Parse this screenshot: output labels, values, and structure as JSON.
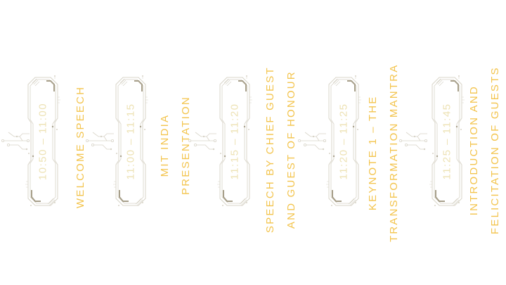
{
  "slide": {
    "background": "#ffffff",
    "accent_color": "#f3c44d",
    "time_color": "#ede2b4",
    "circuit_color": "#d8d4c8",
    "circuit_dark_color": "#a79f8a"
  },
  "agenda": [
    {
      "time": "10:50 – 11:00",
      "title_lines": [
        "WELCOME SPEECH"
      ]
    },
    {
      "time": "11:00 – 11:15",
      "title_lines": [
        "MIT INDIA",
        "PRESENTATION"
      ]
    },
    {
      "time": "11:15 – 11:20",
      "title_lines": [
        "SPEECH BY CHIEF GUEST",
        "AND GUEST OF HONOUR"
      ]
    },
    {
      "time": "11:20 – 11:25",
      "title_lines": [
        "KEYNOTE 1 – THE",
        "TRANSFORMATION MANTRA"
      ]
    },
    {
      "time": "11:25 – 11:45",
      "title_lines": [
        "INTRODUCTION AND",
        "FELICITATION OF GUESTS"
      ]
    }
  ]
}
